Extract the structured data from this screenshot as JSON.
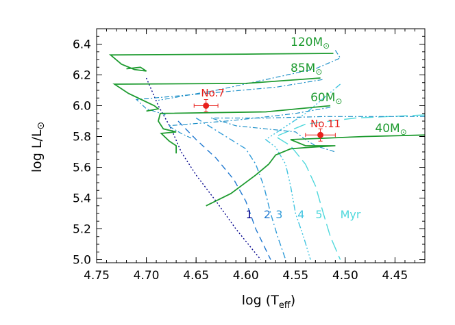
{
  "chart_data": {
    "type": "line",
    "title": "",
    "xlabel": {
      "main": "log (T",
      "sub": "eff",
      "close": ")"
    },
    "ylabel": {
      "main": "log L/L",
      "sym": "⊙"
    },
    "xlim": [
      4.75,
      4.42
    ],
    "ylim": [
      4.98,
      6.5
    ],
    "x_ticks": [
      "4.75",
      "4.70",
      "4.65",
      "4.60",
      "4.55",
      "4.50",
      "4.45"
    ],
    "y_ticks": [
      "5.0",
      "5.2",
      "5.4",
      "5.6",
      "5.8",
      "6.0",
      "6.2",
      "6.4"
    ],
    "x_tick_values": [
      4.75,
      4.7,
      4.65,
      4.6,
      4.55,
      4.5,
      4.45
    ],
    "y_tick_values": [
      5.0,
      5.2,
      5.4,
      5.6,
      5.8,
      6.0,
      6.2,
      6.4
    ],
    "tracks": [
      {
        "label": "120M",
        "sym": "⊙",
        "label_pos": [
          4.555,
          6.39
        ],
        "color": "#1e9b30",
        "solid": [
          [
            4.512,
            6.34
          ],
          [
            4.6,
            6.335
          ],
          [
            4.736,
            6.33
          ],
          [
            4.725,
            6.27
          ],
          [
            4.712,
            6.235
          ],
          [
            4.7,
            6.225
          ],
          [
            4.706,
            6.25
          ],
          [
            4.72,
            6.24
          ]
        ],
        "dashdot": [
          [
            4.51,
            6.36
          ],
          [
            4.505,
            6.31
          ],
          [
            4.53,
            6.24
          ],
          [
            4.58,
            6.17
          ],
          [
            4.63,
            6.1
          ],
          [
            4.688,
            6.035
          ]
        ]
      },
      {
        "label": "85M",
        "sym": "⊙",
        "label_pos": [
          4.555,
          6.22
        ],
        "color": "#1e9b30",
        "solid": [
          [
            4.525,
            6.18
          ],
          [
            4.6,
            6.145
          ],
          [
            4.732,
            6.14
          ],
          [
            4.718,
            6.08
          ],
          [
            4.705,
            6.04
          ],
          [
            4.692,
            6.0
          ],
          [
            4.688,
            5.98
          ],
          [
            4.7,
            5.965
          ]
        ],
        "dashdot": [
          [
            4.523,
            6.17
          ],
          [
            4.57,
            6.12
          ],
          [
            4.64,
            6.08
          ],
          [
            4.71,
            6.04
          ],
          [
            4.7,
            5.98
          ],
          [
            4.68,
            5.94
          ]
        ]
      },
      {
        "label": "60M",
        "sym": "⊙",
        "label_pos": [
          4.535,
          6.03
        ],
        "color": "#1e9b30",
        "solid": [
          [
            4.515,
            6.0
          ],
          [
            4.58,
            5.96
          ],
          [
            4.686,
            5.95
          ],
          [
            4.688,
            5.9
          ],
          [
            4.683,
            5.85
          ],
          [
            4.67,
            5.83
          ],
          [
            4.685,
            5.82
          ],
          [
            4.677,
            5.77
          ],
          [
            4.67,
            5.74
          ],
          [
            4.67,
            5.69
          ]
        ],
        "dashdot": [
          [
            4.515,
            5.99
          ],
          [
            4.55,
            5.95
          ],
          [
            4.59,
            5.92
          ],
          [
            4.62,
            5.9
          ],
          [
            4.678,
            5.87
          ],
          [
            4.665,
            5.82
          ],
          [
            4.655,
            5.79
          ]
        ]
      },
      {
        "label": "40M",
        "sym": "⊙",
        "label_pos": [
          4.47,
          5.83
        ],
        "color": "#1e9b30",
        "solid": [
          [
            4.42,
            5.81
          ],
          [
            4.48,
            5.8
          ],
          [
            4.555,
            5.78
          ],
          [
            4.54,
            5.74
          ],
          [
            4.51,
            5.74
          ],
          [
            4.535,
            5.73
          ],
          [
            4.555,
            5.72
          ],
          [
            4.57,
            5.68
          ],
          [
            4.577,
            5.62
          ],
          [
            4.59,
            5.55
          ],
          [
            4.615,
            5.43
          ],
          [
            4.64,
            5.35
          ]
        ],
        "dashdot": [
          [
            4.42,
            5.93
          ],
          [
            4.52,
            5.93
          ],
          [
            4.58,
            5.92
          ],
          [
            4.635,
            5.92
          ],
          [
            4.61,
            5.87
          ],
          [
            4.58,
            5.85
          ],
          [
            4.55,
            5.83
          ],
          [
            4.54,
            5.78
          ],
          [
            4.53,
            5.74
          ],
          [
            4.51,
            5.7
          ]
        ]
      }
    ],
    "isochrones": [
      {
        "label": "1",
        "color": "#00008b",
        "label_pos": [
          4.6,
          5.27
        ],
        "points": [
          [
            4.7,
            6.18
          ],
          [
            4.688,
            6.0
          ],
          [
            4.675,
            5.85
          ],
          [
            4.665,
            5.7
          ],
          [
            4.65,
            5.55
          ],
          [
            4.63,
            5.38
          ],
          [
            4.61,
            5.2
          ],
          [
            4.585,
            5.0
          ]
        ]
      },
      {
        "label": "2",
        "color": "#1f78d0",
        "label_pos": [
          4.582,
          5.27
        ],
        "points": [
          [
            4.668,
            5.9
          ],
          [
            4.65,
            5.78
          ],
          [
            4.63,
            5.66
          ],
          [
            4.612,
            5.52
          ],
          [
            4.6,
            5.38
          ],
          [
            4.59,
            5.2
          ],
          [
            4.575,
            5.0
          ]
        ]
      },
      {
        "label": "3",
        "color": "#2f9bd8",
        "label_pos": [
          4.57,
          5.27
        ],
        "points": [
          [
            4.65,
            5.92
          ],
          [
            4.62,
            5.8
          ],
          [
            4.6,
            5.72
          ],
          [
            4.59,
            5.62
          ],
          [
            4.582,
            5.48
          ],
          [
            4.575,
            5.3
          ],
          [
            4.568,
            5.15
          ],
          [
            4.56,
            5.0
          ]
        ]
      },
      {
        "label": "4",
        "color": "#40c4e0",
        "label_pos": [
          4.548,
          5.27
        ],
        "points": [
          [
            4.505,
            6.14
          ],
          [
            4.54,
            5.95
          ],
          [
            4.58,
            5.78
          ],
          [
            4.57,
            5.73
          ],
          [
            4.56,
            5.62
          ],
          [
            4.555,
            5.48
          ],
          [
            4.55,
            5.3
          ],
          [
            4.542,
            5.15
          ],
          [
            4.535,
            5.0
          ]
        ]
      },
      {
        "label": "5",
        "color": "#4fd8dc",
        "label_pos": [
          4.53,
          5.27
        ],
        "points": [
          [
            4.42,
            5.94
          ],
          [
            4.49,
            5.92
          ],
          [
            4.54,
            5.88
          ],
          [
            4.57,
            5.8
          ],
          [
            4.555,
            5.74
          ],
          [
            4.54,
            5.62
          ],
          [
            4.53,
            5.48
          ],
          [
            4.522,
            5.3
          ],
          [
            4.515,
            5.15
          ],
          [
            4.505,
            5.0
          ]
        ]
      }
    ],
    "myr_label": {
      "text": "Myr",
      "color": "#4fd8dc",
      "pos": [
        4.505,
        5.27
      ]
    },
    "observations": [
      {
        "name": "No.7",
        "x": 4.64,
        "y": 6.0,
        "xerr": 0.012,
        "yerr": 0.04,
        "color": "#e8201b",
        "label_pos": [
          4.645,
          6.06
        ]
      },
      {
        "name": "No.11",
        "x": 4.525,
        "y": 5.81,
        "xerr": 0.015,
        "yerr": 0.04,
        "color": "#e8201b",
        "label_pos": [
          4.535,
          5.86
        ]
      }
    ]
  }
}
